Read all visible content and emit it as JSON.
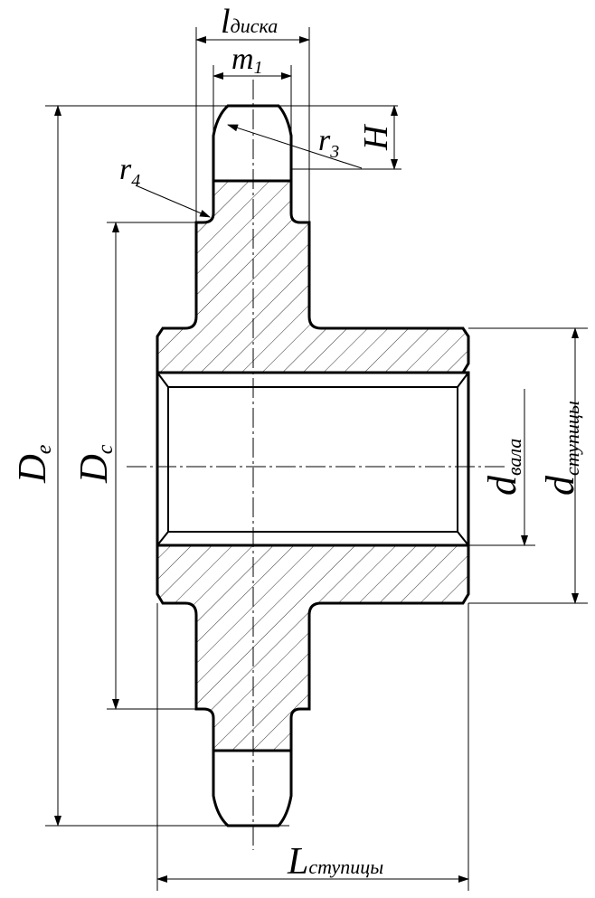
{
  "labels": {
    "l_disk": {
      "main": "l",
      "sub": "диска"
    },
    "m1": {
      "main": "m",
      "sub": "1"
    },
    "r3": {
      "main": "r",
      "sub": "3"
    },
    "H": {
      "main": "H"
    },
    "r4": {
      "main": "r",
      "sub": "4"
    },
    "De": {
      "main": "D",
      "sub": "e"
    },
    "Dc": {
      "main": "D",
      "sub": "c"
    },
    "d_shaft": {
      "main": "d",
      "sub": "вала"
    },
    "d_hub": {
      "main": "d",
      "sub": "ступицы"
    },
    "L_hub": {
      "main": "L",
      "sub": "ступицы"
    }
  },
  "colors": {
    "line": "#000000",
    "background": "#ffffff"
  }
}
